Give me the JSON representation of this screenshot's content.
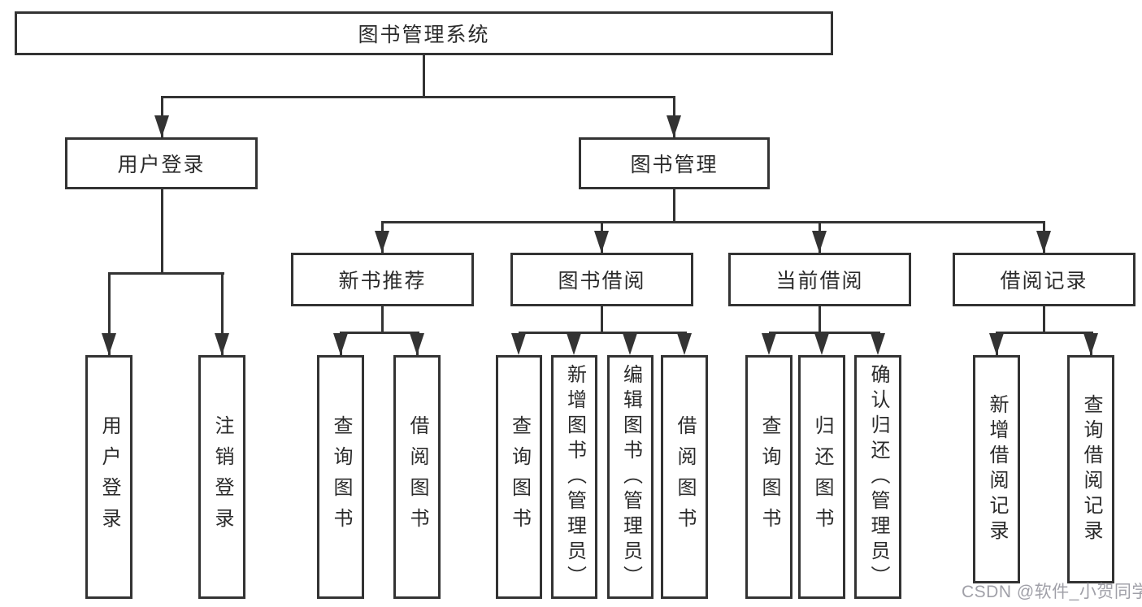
{
  "diagram_title": "图书管理系统",
  "tree": {
    "label": "图书管理系统",
    "children": [
      {
        "label": "用户登录",
        "children": [
          {
            "label": "用户登录"
          },
          {
            "label": "注销登录"
          }
        ]
      },
      {
        "label": "图书管理",
        "children": [
          {
            "label": "新书推荐",
            "children": [
              {
                "label": "查询图书"
              },
              {
                "label": "借阅图书"
              }
            ]
          },
          {
            "label": "图书借阅",
            "children": [
              {
                "label": "查询图书"
              },
              {
                "label": "新增图书（管理员）"
              },
              {
                "label": "编辑图书（管理员）"
              },
              {
                "label": "借阅图书"
              }
            ]
          },
          {
            "label": "当前借阅",
            "children": [
              {
                "label": "查询图书"
              },
              {
                "label": "归还图书"
              },
              {
                "label": "确认归还（管理员）"
              }
            ]
          },
          {
            "label": "借阅记录",
            "children": [
              {
                "label": "新增借阅记录"
              },
              {
                "label": "查询借阅记录"
              }
            ]
          }
        ]
      }
    ]
  },
  "watermark": {
    "text": "CSDN @软件_小贺同学"
  },
  "colors": {
    "line": "#333333",
    "text": "#2b2b2b",
    "watermark": "#a0a0a8",
    "background": "#ffffff"
  }
}
